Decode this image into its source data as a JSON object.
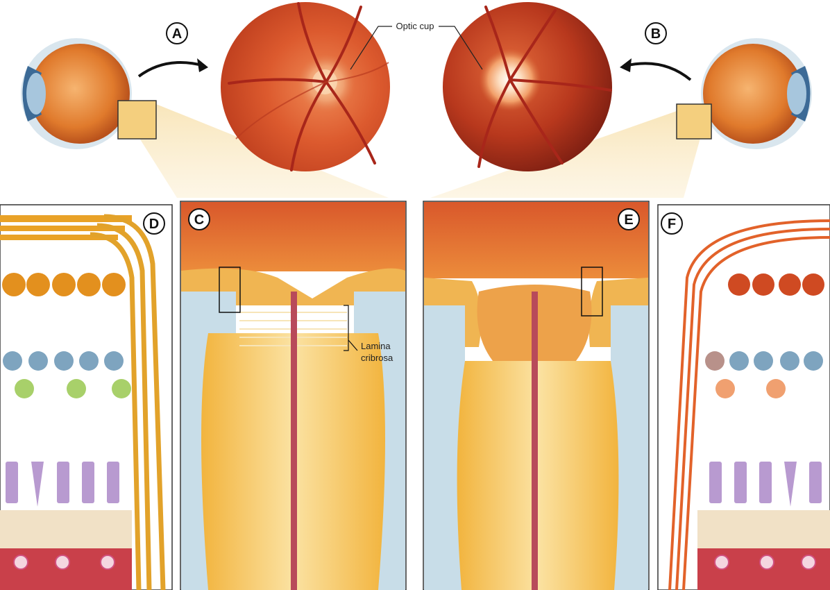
{
  "panels": {
    "a": {
      "letter": "A"
    },
    "b": {
      "letter": "B"
    },
    "c": {
      "letter": "C"
    },
    "d": {
      "letter": "D"
    },
    "e": {
      "letter": "E"
    },
    "f": {
      "letter": "F"
    }
  },
  "callouts": {
    "optic_cup": "Optic cup",
    "lamina_line1": "Lamina",
    "lamina_line2": "cribrosa"
  },
  "colors": {
    "fundus_red": "#d8502a",
    "disc_yellow": "#f4d08a",
    "nerve_orange": "#e9a227",
    "glia_blue": "#c8dde8",
    "healthy_axon": "#e3a12a",
    "damaged_axon": "#e2622a"
  },
  "icons": {
    "left_eye": "eyeball-cross-section-icon",
    "right_eye": "eyeball-cross-section-icon",
    "arrows": "curved-arrow-icon"
  }
}
